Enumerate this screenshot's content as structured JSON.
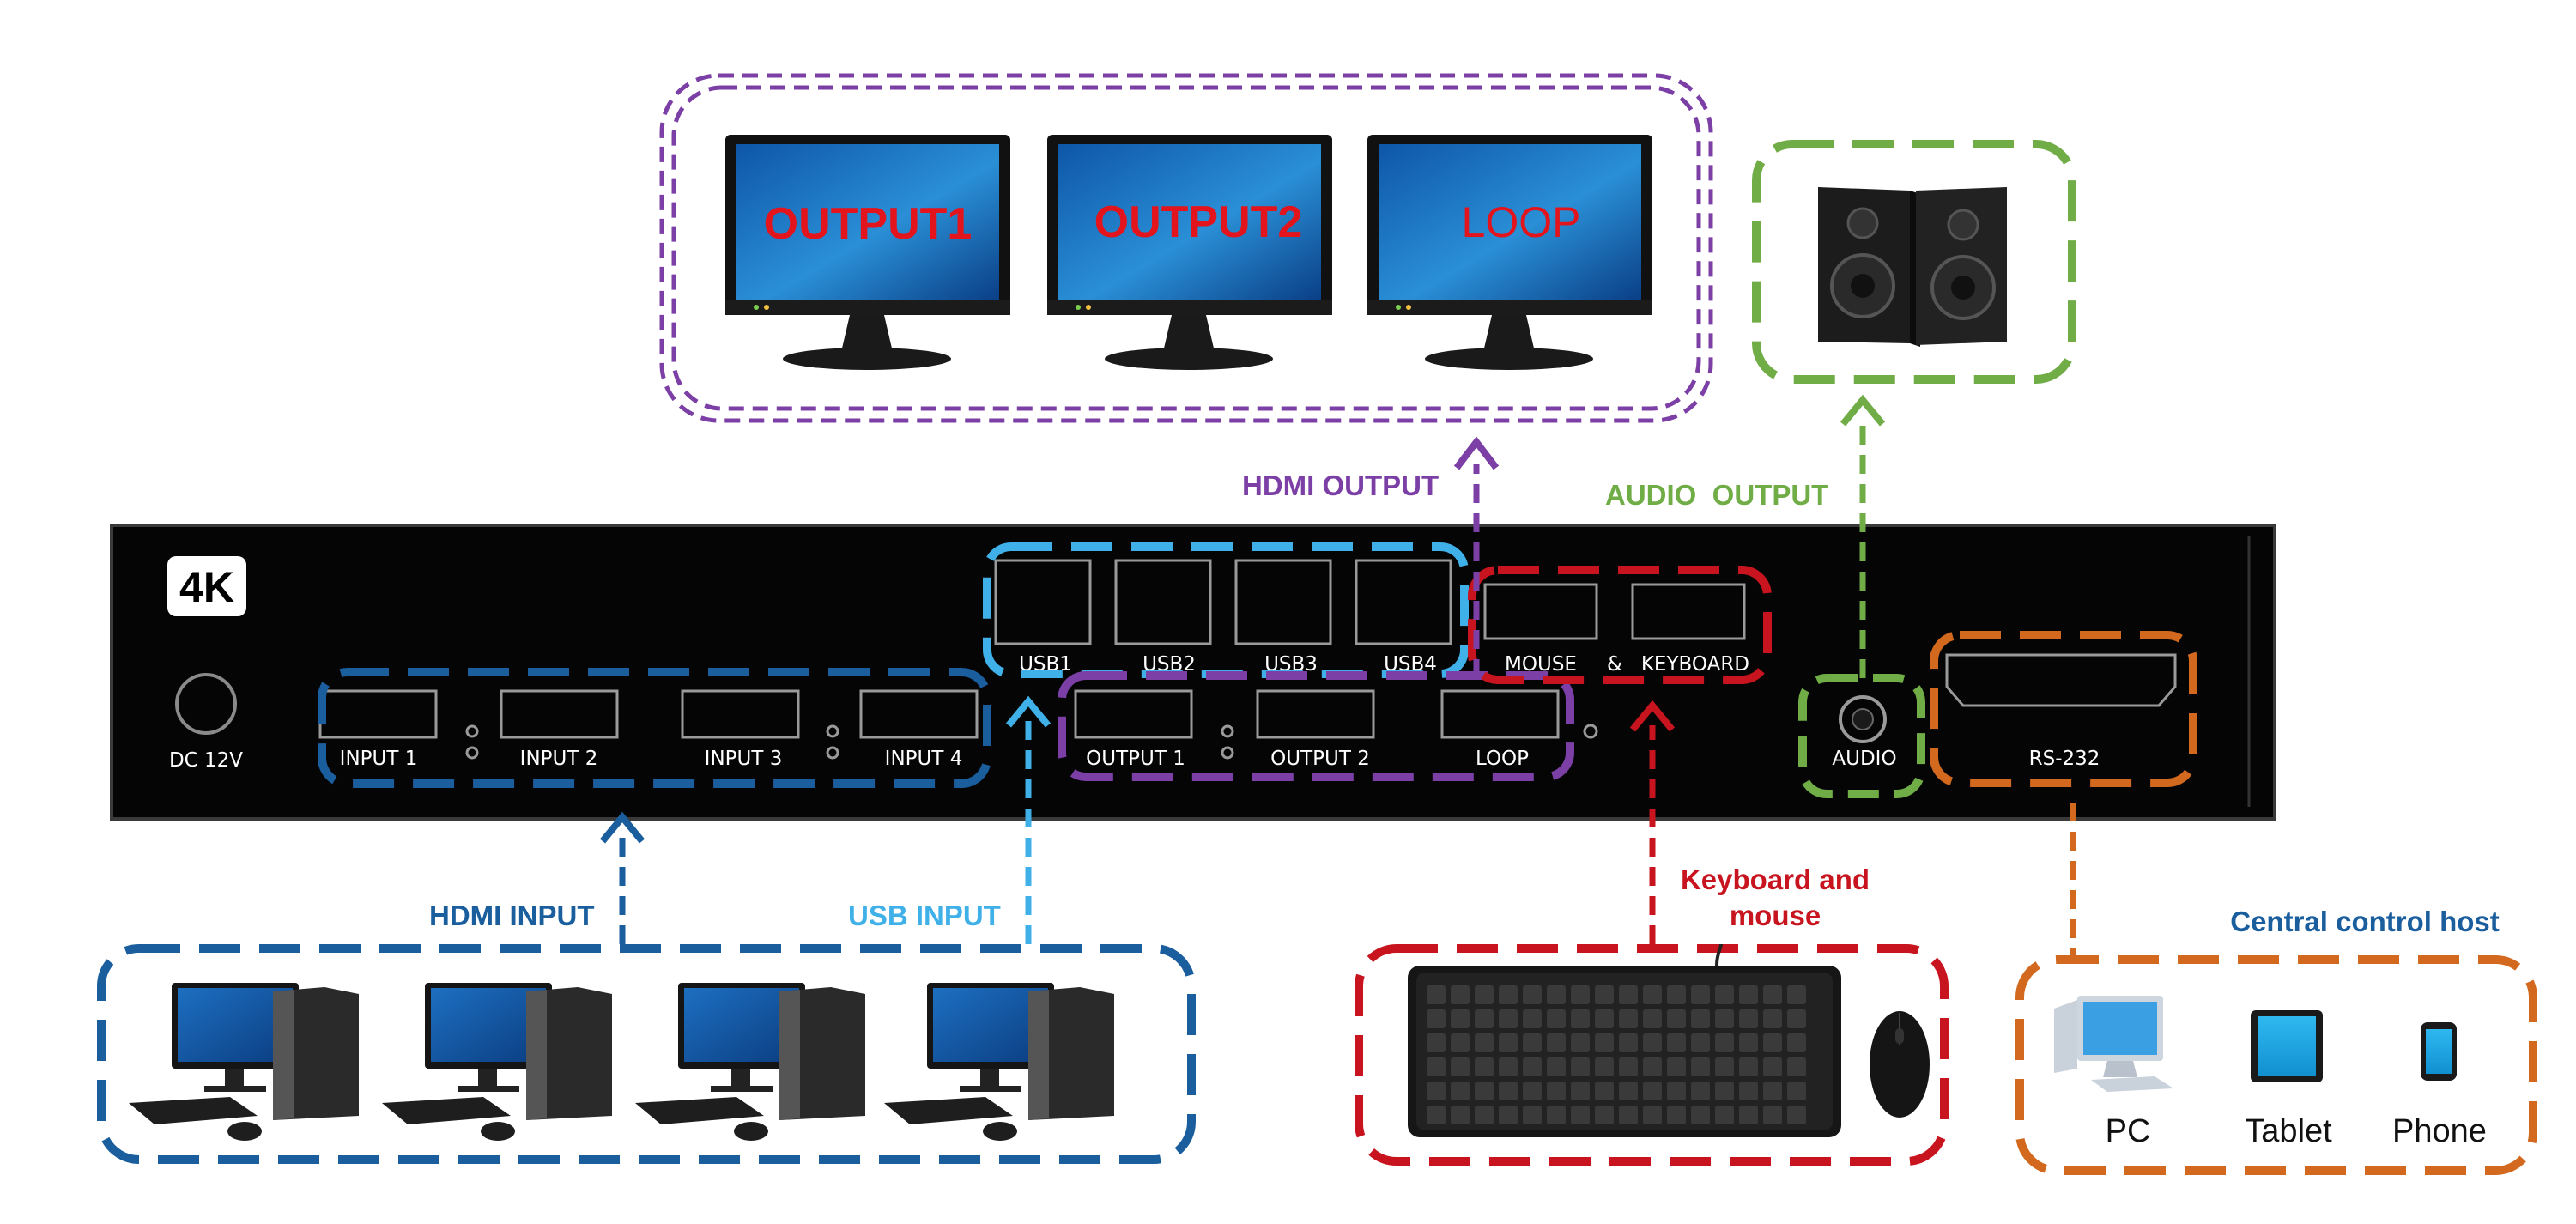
{
  "colors": {
    "dark_blue": "#1a5e9e",
    "light_blue": "#3fb0e8",
    "purple": "#7b3fa6",
    "red": "#c8141e",
    "green": "#70ad47",
    "orange": "#d2691e",
    "panel": "#050505",
    "screen_text": "#e3141c"
  },
  "device": {
    "badge": "4K",
    "power": "DC 12V",
    "inputs": [
      "INPUT 1",
      "INPUT 2",
      "INPUT 3",
      "INPUT 4"
    ],
    "usb": [
      "USB1",
      "USB2",
      "USB3",
      "USB4"
    ],
    "outputs": [
      "OUTPUT 1",
      "OUTPUT 2",
      "LOOP"
    ],
    "mouse_label": "MOUSE",
    "keyboard_label": "&   KEYBOARD",
    "audio": "AUDIO",
    "rs232": "RS-232"
  },
  "monitors": [
    "OUTPUT1",
    "OUTPUT2",
    "LOOP"
  ],
  "labels": {
    "hdmi_output": "HDMI OUTPUT",
    "audio_output": "AUDIO  OUTPUT",
    "hdmi_input": "HDMI INPUT",
    "usb_input": "USB INPUT",
    "keyboard_mouse_line1": "Keyboard and",
    "keyboard_mouse_line2": "mouse",
    "central_control": "Central control host"
  },
  "control_devices": [
    "PC",
    "Tablet",
    "Phone"
  ],
  "icons": {
    "monitor": "monitor-icon",
    "speaker": "speaker-icon",
    "desktop_pc": "desktop-pc-icon",
    "keyboard": "keyboard-icon",
    "mouse": "mouse-icon",
    "tablet": "tablet-icon",
    "phone": "phone-icon"
  }
}
